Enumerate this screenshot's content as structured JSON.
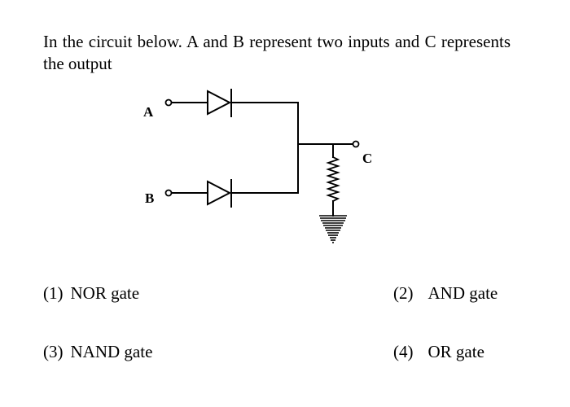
{
  "question": {
    "text": "In the circuit below. A and B represent two inputs and C represents the output"
  },
  "circuit": {
    "input_a_label": "A",
    "input_b_label": "B",
    "output_label": "C"
  },
  "options": [
    {
      "number": "(1)",
      "label": "NOR gate"
    },
    {
      "number": "(2)",
      "label": "AND gate"
    },
    {
      "number": "(3)",
      "label": "NAND gate"
    },
    {
      "number": "(4)",
      "label": "OR gate"
    }
  ]
}
